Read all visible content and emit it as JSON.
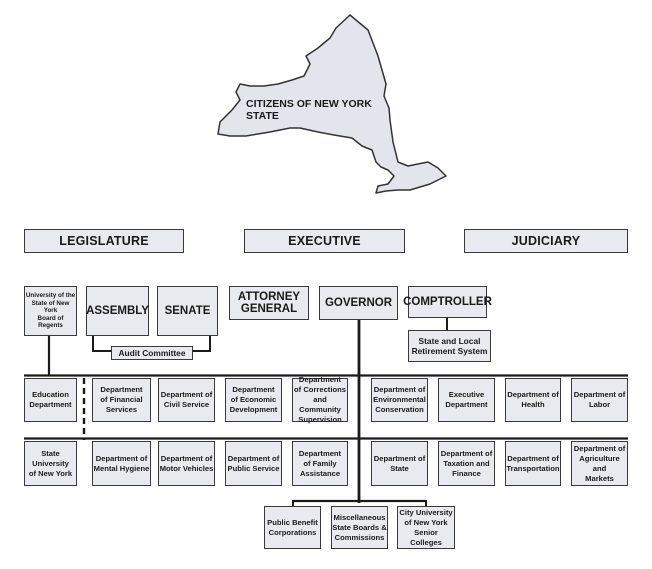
{
  "state_label": "CITIZENS OF NEW YORK STATE",
  "branches": {
    "legislature": "LEGISLATURE",
    "executive": "EXECUTIVE",
    "judiciary": "JUDICIARY"
  },
  "legislature": {
    "regents": "University of the\nState of New York\nBoard of Regents",
    "assembly": "ASSEMBLY",
    "senate": "SENATE",
    "audit_committee": "Audit Committee",
    "education_department": "Education\nDepartment",
    "suny": "State\nUniversity\nof New York"
  },
  "officials": {
    "attorney_general": "ATTORNEY\nGENERAL",
    "governor": "GOVERNOR",
    "comptroller": "COMPTROLLER",
    "retirement_system": "State and Local\nRetirement System"
  },
  "departments_row1": [
    "Department\nof Financial\nServices",
    "Department of\nCivil Service",
    "Department\nof Economic\nDevelopment",
    "Department\nof Corrections\nand Community\nSupervision",
    "Department of\nEnvironmental\nConservation",
    "Executive\nDepartment",
    "Department of\nHealth",
    "Department of\nLabor"
  ],
  "departments_row2": [
    "Department of\nMental Hygiene",
    "Department of\nMotor Vehicles",
    "Department of\nPublic Service",
    "Department\nof Family\nAssistance",
    "Department of\nState",
    "Department of\nTaxation and\nFinance",
    "Department of\nTransportation",
    "Department of\nAgriculture and\nMarkets"
  ],
  "bottom_row": [
    "Public Benefit\nCorporations",
    "Miscellaneous\nState Boards &\nCommissions",
    "City University\nof New York\nSenior Colleges"
  ],
  "colors": {
    "box_fill": "#e9e9f0",
    "line": "#1a1a1a",
    "state_fill": "#e4e4ec"
  }
}
